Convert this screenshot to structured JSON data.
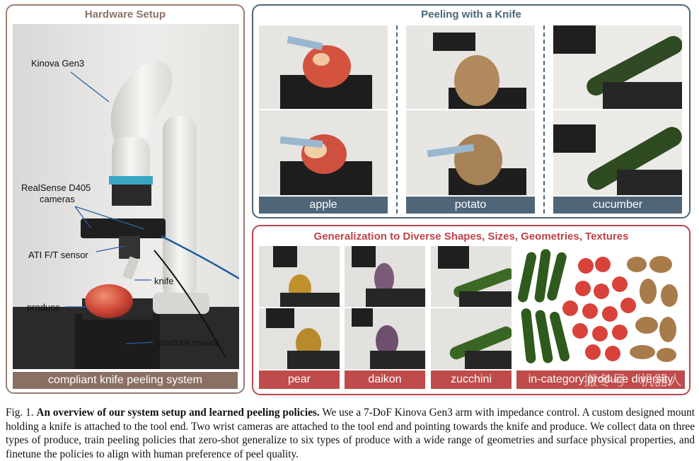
{
  "hardware": {
    "title": "Hardware Setup",
    "labels": {
      "arm": "Kinova Gen3",
      "cameras_line1": "RealSense D405",
      "cameras_line2": "cameras",
      "sensor": "ATI F/T sensor",
      "knife": "knife",
      "produce": "produce",
      "mount": "produce mount"
    },
    "caption": "compliant knife peeling system"
  },
  "peeling": {
    "title": "Peeling with a Knife",
    "items": [
      {
        "label": "apple"
      },
      {
        "label": "potato"
      },
      {
        "label": "cucumber"
      }
    ]
  },
  "generalization": {
    "title": "Generalization to Diverse Shapes, Sizes, Geometries, Textures",
    "items": [
      {
        "label": "pear"
      },
      {
        "label": "daikon"
      },
      {
        "label": "zucchini"
      },
      {
        "label": "in-category produce diversity"
      }
    ]
  },
  "figure_caption": {
    "prefix": "Fig. 1.",
    "bold": "An overview of our system setup and learned peeling policies.",
    "body": "We use a 7-DoF Kinova Gen3 arm with impedance control. A custom designed mount holding a knife is attached to the tool end. Two wrist cameras are attached to the tool end and pointing towards the knife and produce. We collect data on three types of produce, train peeling policies that zero-shot generalize to six types of produce with a wide range of geometries and surface physical properties, and finetune the policies to align with human preference of peel quality."
  },
  "watermark": "搬冬号 · 机器人",
  "colors": {
    "hardware_border": "#9a7e72",
    "peeling_border": "#4a6676",
    "generalization_border": "#b8474a",
    "caption_blue": "#4f6678",
    "caption_red": "#bf4b4b",
    "caption_brown": "#8a6f63"
  }
}
